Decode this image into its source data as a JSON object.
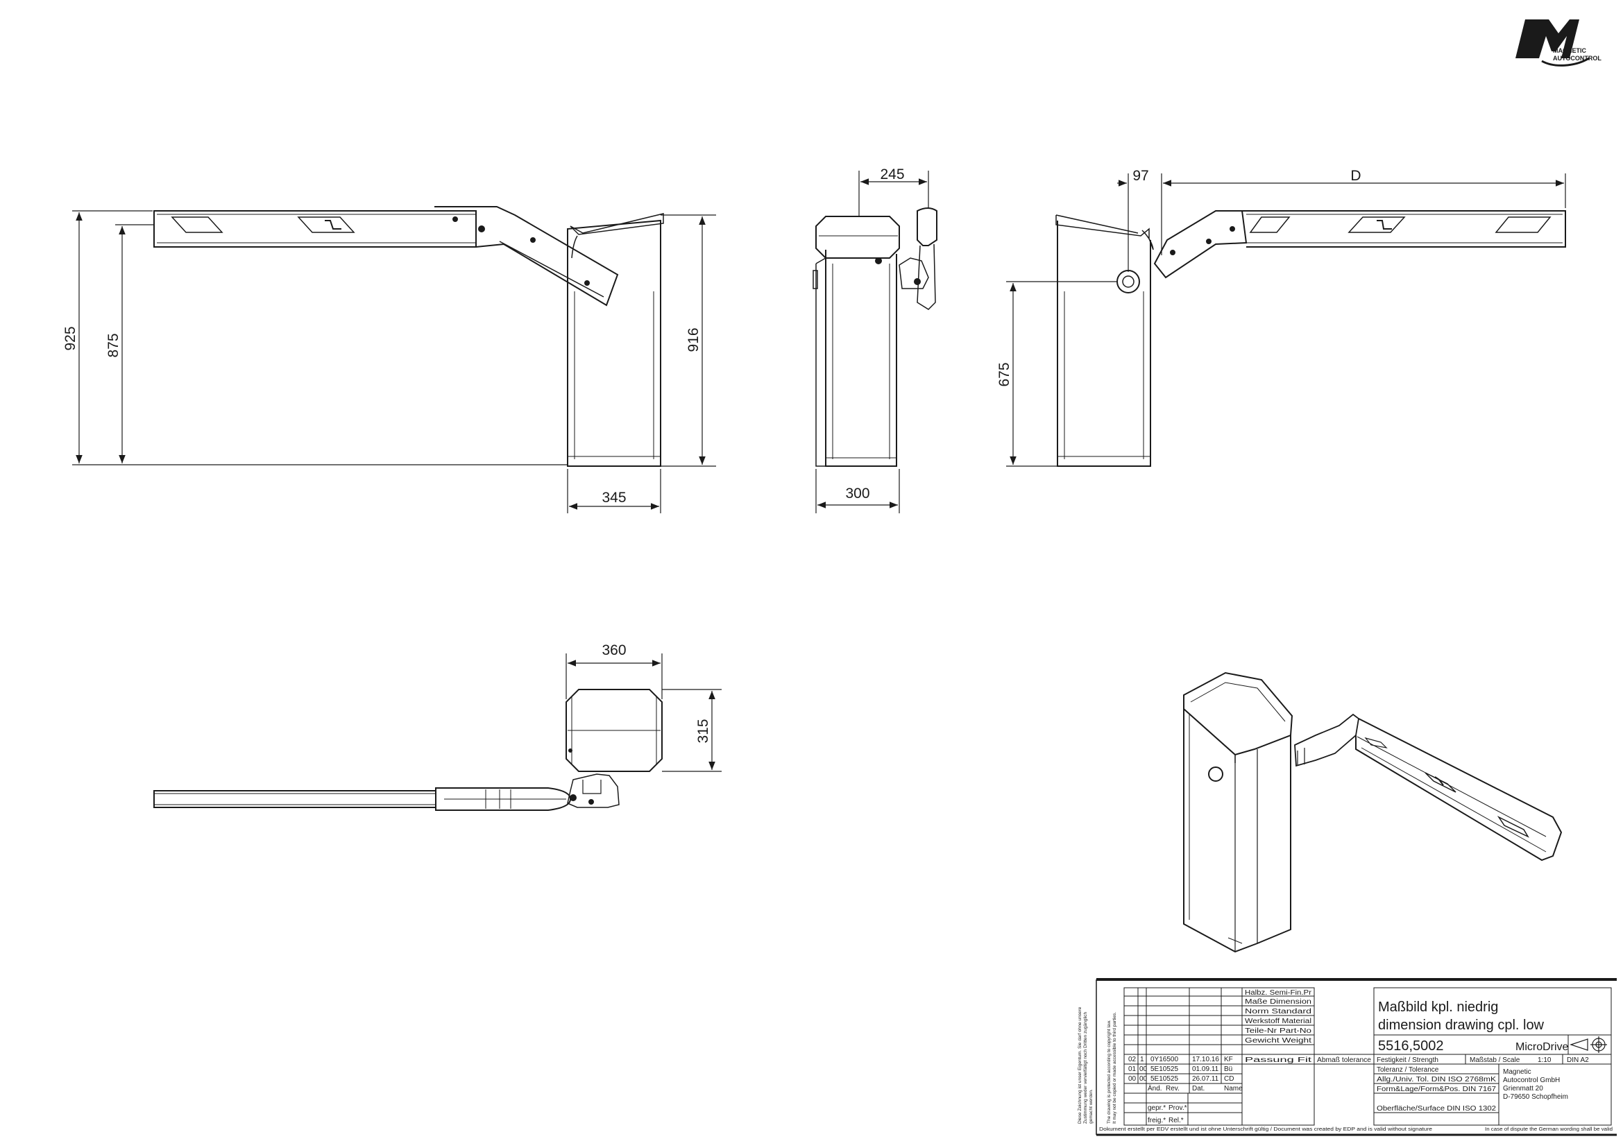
{
  "logo": {
    "mark": "m",
    "line1": "MAGNETIC",
    "line2": "AUTOCONTROL"
  },
  "dimensions": {
    "front_overall_height": "925",
    "front_boom_height": "875",
    "front_housing_depth": "345",
    "front_housing_height": "916",
    "side_top_width": "245",
    "side_base_width": "300",
    "rear_pivot_offset": "97",
    "rear_boom_length": "D",
    "rear_pivot_height": "675",
    "top_width": "360",
    "top_depth": "315"
  },
  "title_block": {
    "side_text": [
      "Diese Zeichnung ist unser Eigentum. Sie darf ohne unsere",
      "Zustimmung weder vervielfältigt noch Dritten zugänglich",
      "gemacht werden.",
      "The drawing is protected according to copyright law.",
      "It may not be copied or made accessible to third parties."
    ],
    "revisions": [
      {
        "ch": "02",
        "no": "1",
        "doc": "0Y16500",
        "date": "17.10.16",
        "name": "KF"
      },
      {
        "ch": "01",
        "no": "00",
        "doc": "5E10525",
        "date": "01.09.11",
        "name": "Bü"
      },
      {
        "ch": "00",
        "no": "00",
        "doc": "5E10525",
        "date": "26.07.11",
        "name": "CD"
      }
    ],
    "rev_headers": {
      "and": "Änd.",
      "rev": "Rev.",
      "dat": "Dat.",
      "name": "Name"
    },
    "checked": {
      "gepr": "gepr.*",
      "prov": "Prov.*",
      "freig": "freig.*",
      "rel": "Rel.*"
    },
    "field_labels": [
      "Halbz. Semi-Fin.Pr",
      "Maße  Dimension",
      "Norm  Standard",
      "Werkstoff Material",
      "Teile-Nr  Part-No",
      "Gewicht  Weight",
      "Passung  Fit"
    ],
    "tolerance_header": "Abmaß tolerance",
    "title_de": "Maßbild kpl. niedrig",
    "title_en": "dimension drawing cpl. low",
    "drawing_no": "5516,5002",
    "product": "MicroDrive",
    "strength": "Festigkeit / Strength",
    "scale_label": "Maßstab / Scale",
    "scale": "1:10",
    "format": "DIN A2",
    "tolerance_label": "Toleranz / Tolerance",
    "tol_general": "Allg./Univ. Tol. DIN ISO 2768mK",
    "tol_form": "Form&Lage/Form&Pos. DIN 7167",
    "tol_surface": "Oberfläche/Surface DIN ISO 1302",
    "company_1": "Magnetic",
    "company_2": "Autocontrol GmbH",
    "company_3": "Grienmatt 20",
    "company_4": "D-79650 Schopfheim",
    "footer_left": "Dokument erstellt per EDV erstellt und ist ohne Unterschrift gültig / Document was created by EDP and is valid without signature",
    "footer_right": "In case of dispute the German wording shall be valid"
  }
}
